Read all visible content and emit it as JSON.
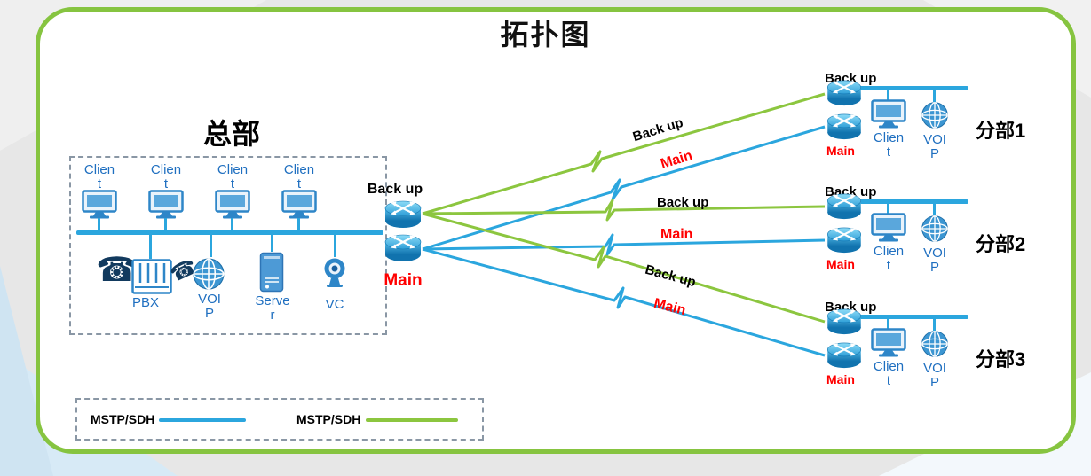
{
  "title": "拓扑图",
  "colors": {
    "frame_green": "#86c440",
    "link_backup_green": "#8cc63f",
    "link_main_blue": "#2ba6de",
    "main_red": "#ff0000",
    "device_label_blue": "#1f6fc0"
  },
  "hq": {
    "label": "总部",
    "clients": [
      {
        "label": "Clien\nt"
      },
      {
        "label": "Clien\nt"
      },
      {
        "label": "Clien\nt"
      },
      {
        "label": "Clien\nt"
      }
    ],
    "pbx_label": "PBX",
    "voip_label": "VOI\nP",
    "server_label": "Serve\nr",
    "vc_label": "VC",
    "router_backup_label": "Back up",
    "router_main_label": "Main"
  },
  "branches": [
    {
      "name": "分部1",
      "backup_label": "Back up",
      "main_label": "Main",
      "client_label": "Clien\nt",
      "voip_label": "VOI\nP"
    },
    {
      "name": "分部2",
      "backup_label": "Back up",
      "main_label": "Main",
      "client_label": "Clien\nt",
      "voip_label": "VOI\nP"
    },
    {
      "name": "分部3",
      "backup_label": "Back up",
      "main_label": "Main",
      "client_label": "Clien\nt",
      "voip_label": "VOI\nP"
    }
  ],
  "links": {
    "branch1": {
      "backup_label": "Back up",
      "main_label": "Main"
    },
    "branch2": {
      "backup_label": "Back up",
      "main_label": "Main"
    },
    "branch3": {
      "backup_label": "Back up",
      "main_label": "Main"
    }
  },
  "legend": {
    "items": [
      {
        "label": "MSTP/SDH",
        "color": "#2ba6de"
      },
      {
        "label": "MSTP/SDH",
        "color": "#8cc63f"
      }
    ]
  }
}
